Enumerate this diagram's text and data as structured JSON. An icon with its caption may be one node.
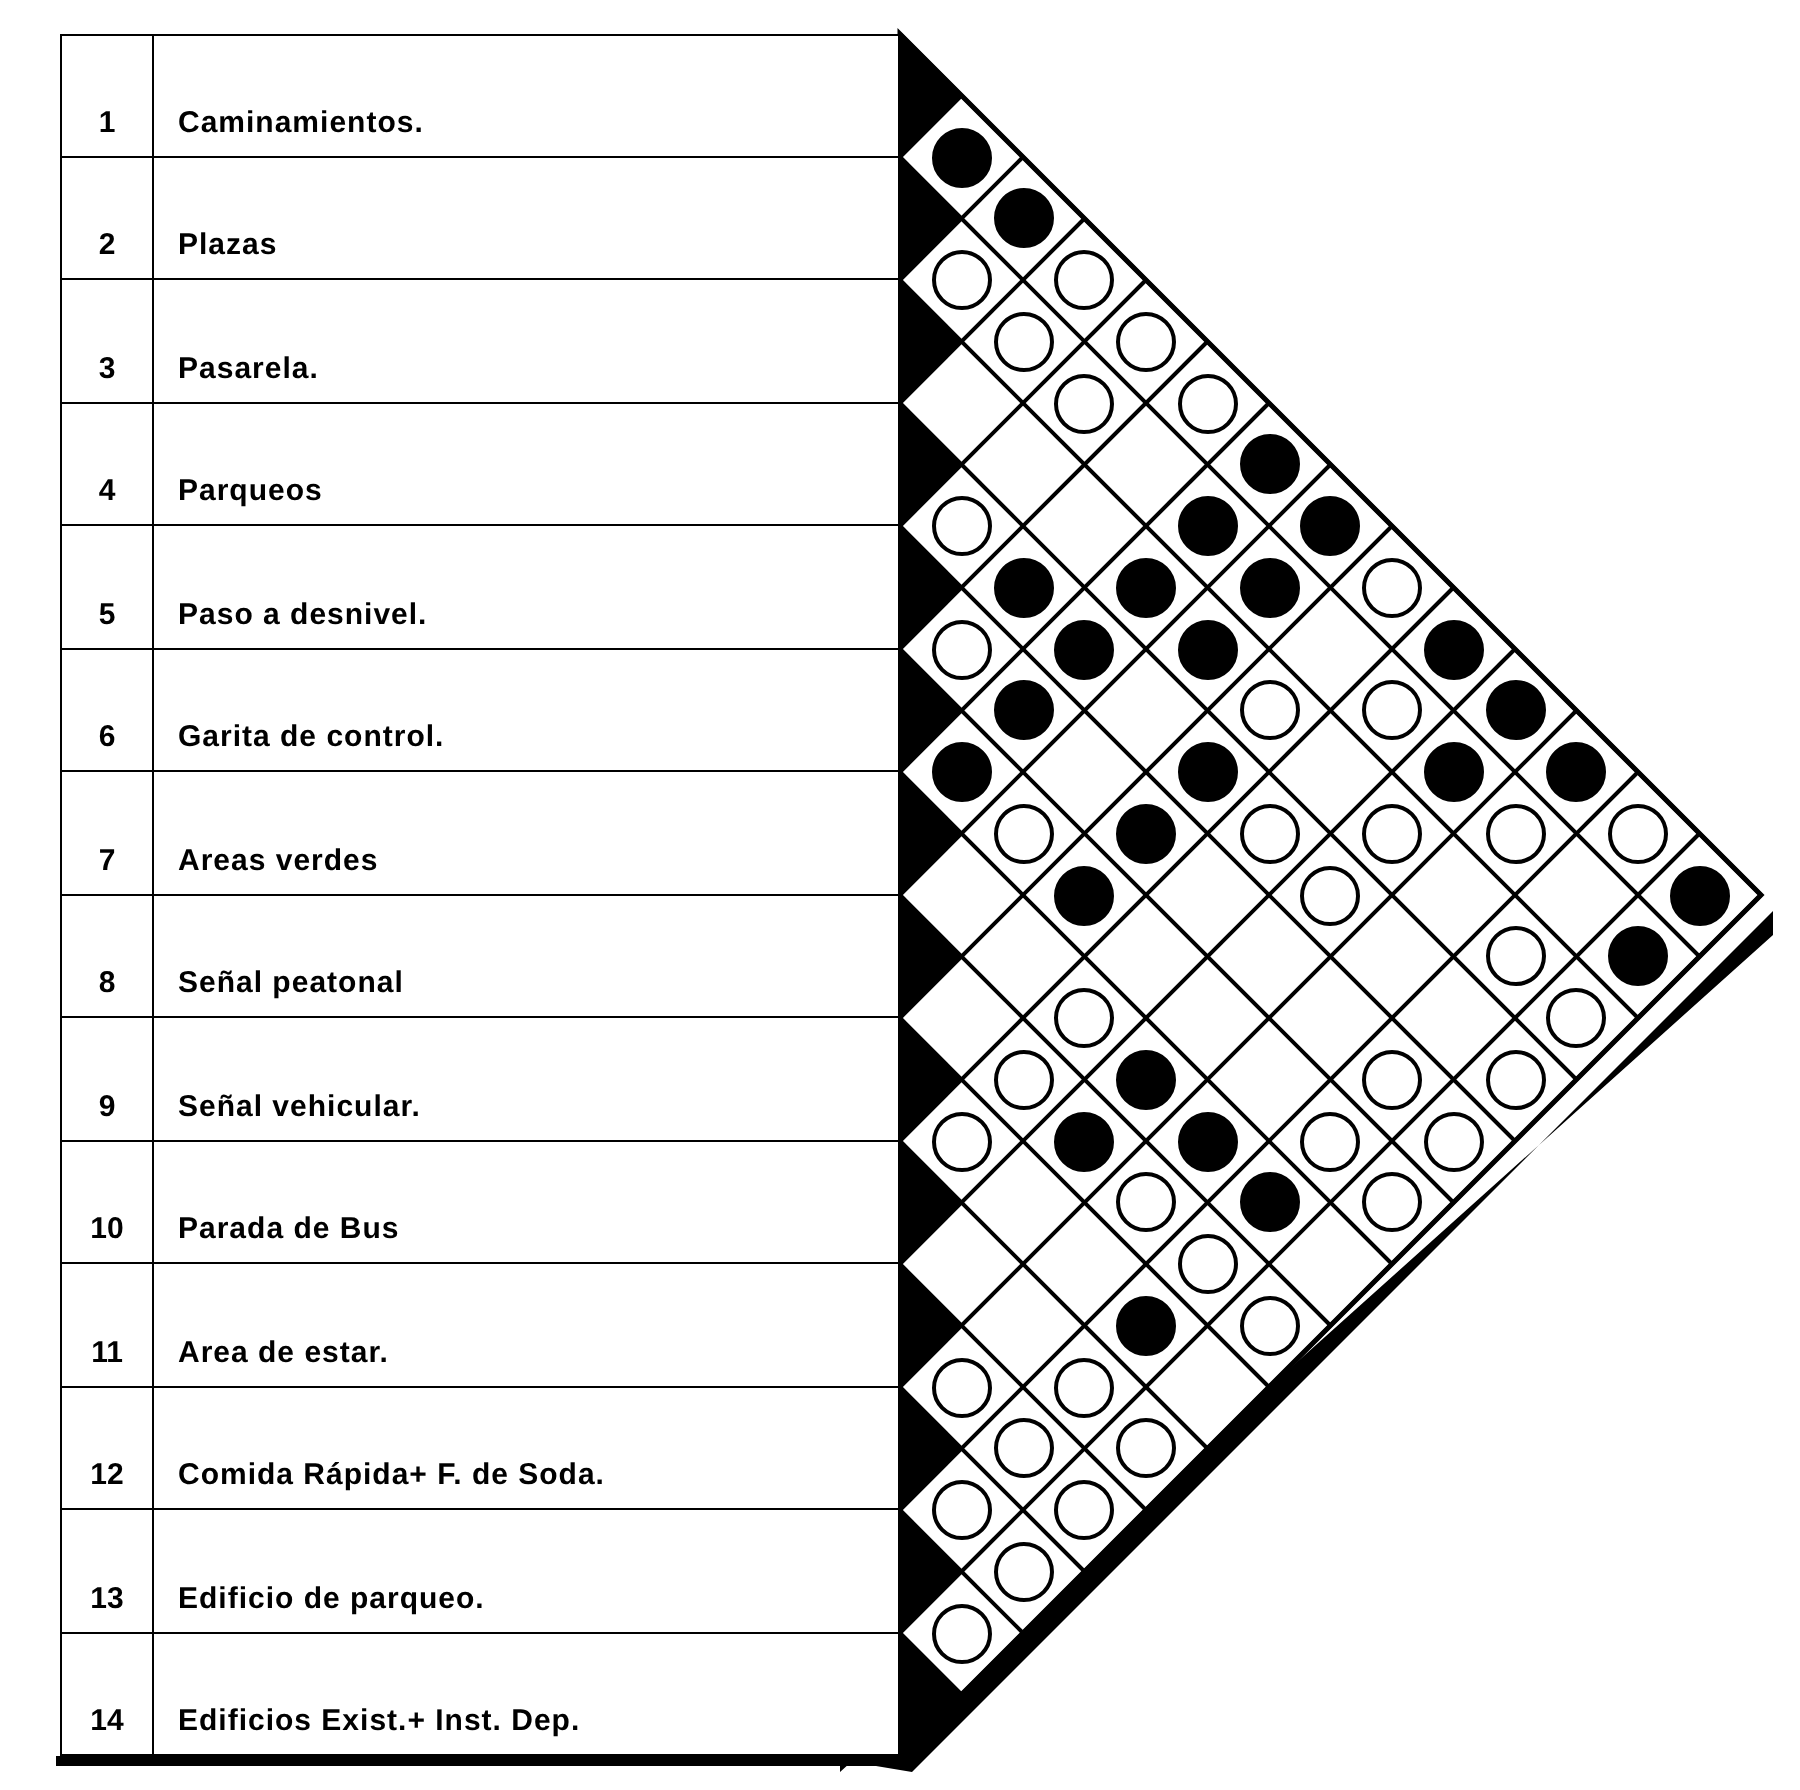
{
  "diagram": {
    "nodes": [
      {
        "text": [
          "1",
          "Caminamientos."
        ]
      },
      {
        "text": [
          "2",
          "Plazas"
        ]
      },
      {
        "text": [
          "3",
          "Pasarela."
        ]
      },
      {
        "text": [
          "4",
          "Parqueos"
        ]
      },
      {
        "text": [
          "5",
          "Paso a desnivel."
        ]
      },
      {
        "text": [
          "6",
          "Garita de control."
        ]
      },
      {
        "text": [
          "7",
          "Areas verdes"
        ]
      },
      {
        "text": [
          "8",
          "Señal peatonal"
        ]
      },
      {
        "text": [
          "9",
          "Señal vehicular."
        ]
      },
      {
        "text": [
          "10",
          "Parada de Bus"
        ]
      },
      {
        "text": [
          "11",
          "Area de estar."
        ]
      },
      {
        "text": [
          "12",
          "Comida Rápida+ F. de Soda."
        ]
      },
      {
        "text": [
          "13",
          "Edificio de parqueo."
        ]
      },
      {
        "text": [
          "14",
          "Edificios Exist.+ Inst. Dep."
        ]
      },
      {
        "text": [],
        "shape": "dot"
      },
      {
        "text": [],
        "shape": "dot"
      },
      {
        "text": [],
        "shape": "circle"
      },
      {
        "text": [],
        "shape": "circle"
      },
      {
        "text": [],
        "shape": "circle"
      },
      {
        "text": [],
        "shape": "circle"
      },
      {
        "text": [],
        "shape": "circle"
      },
      {
        "text": [],
        "shape": "circle"
      },
      {
        "text": [],
        "shape": "dot"
      },
      {
        "text": [],
        "shape": "circle"
      },
      {
        "text": [],
        "shape": "dot"
      },
      {
        "text": [],
        "shape": "dot"
      },
      {
        "text": [],
        "shape": "dot"
      },
      {
        "text": [],
        "shape": "dot"
      },
      {
        "text": [],
        "shape": "dot"
      },
      {
        "text": [],
        "shape": "circle"
      },
      {
        "text": [],
        "shape": "circle"
      },
      {
        "text": [],
        "shape": "dot"
      },
      {
        "text": [],
        "shape": "dot"
      },
      {
        "text": [],
        "shape": "dot"
      },
      {
        "text": [],
        "shape": "dot"
      },
      {
        "text": [],
        "shape": "circle"
      },
      {
        "text": [],
        "shape": "circle"
      },
      {
        "text": [],
        "shape": "dot"
      },
      {
        "text": [],
        "shape": "dot"
      },
      {
        "text": [],
        "shape": "dot"
      },
      {
        "text": [],
        "shape": "dot"
      },
      {
        "text": [],
        "shape": "dot"
      },
      {
        "text": [],
        "shape": "circle"
      },
      {
        "text": [],
        "shape": "dot"
      },
      {
        "text": [],
        "shape": "circle"
      },
      {
        "text": [],
        "shape": "circle"
      },
      {
        "text": [],
        "shape": "circle"
      },
      {
        "text": [],
        "shape": "circle"
      },
      {
        "text": [],
        "shape": "dot"
      },
      {
        "text": [],
        "shape": "circle"
      },
      {
        "text": [],
        "shape": "dot"
      },
      {
        "text": [],
        "shape": "circle"
      },
      {
        "text": [],
        "shape": "dot"
      },
      {
        "text": [],
        "shape": "circle"
      },
      {
        "text": [],
        "shape": "circle"
      },
      {
        "text": [],
        "shape": "circle"
      },
      {
        "text": [],
        "shape": "dot"
      },
      {
        "text": [],
        "shape": "circle"
      },
      {
        "text": [],
        "shape": "circle"
      },
      {
        "text": [],
        "shape": "circle"
      },
      {
        "text": [],
        "shape": "dot"
      },
      {
        "text": [],
        "shape": "dot"
      },
      {
        "text": [],
        "shape": "circle"
      },
      {
        "text": [],
        "shape": "circle"
      },
      {
        "text": [],
        "shape": "circle"
      },
      {
        "text": [],
        "shape": "dot"
      },
      {
        "text": [],
        "shape": "circle"
      },
      {
        "text": [],
        "shape": "circle"
      },
      {
        "text": [],
        "shape": "dot"
      },
      {
        "text": [],
        "shape": "circle"
      },
      {
        "text": [],
        "shape": "circle"
      },
      {
        "text": [],
        "shape": "circle"
      },
      {
        "text": [],
        "shape": "circle"
      },
      {
        "text": [],
        "shape": "circle"
      },
      {
        "text": [],
        "shape": "circle"
      },
      {
        "text": [],
        "shape": "circle"
      },
      {
        "text": [],
        "shape": "circle"
      },
      {
        "text": [],
        "shape": "circle"
      }
    ]
  }
}
